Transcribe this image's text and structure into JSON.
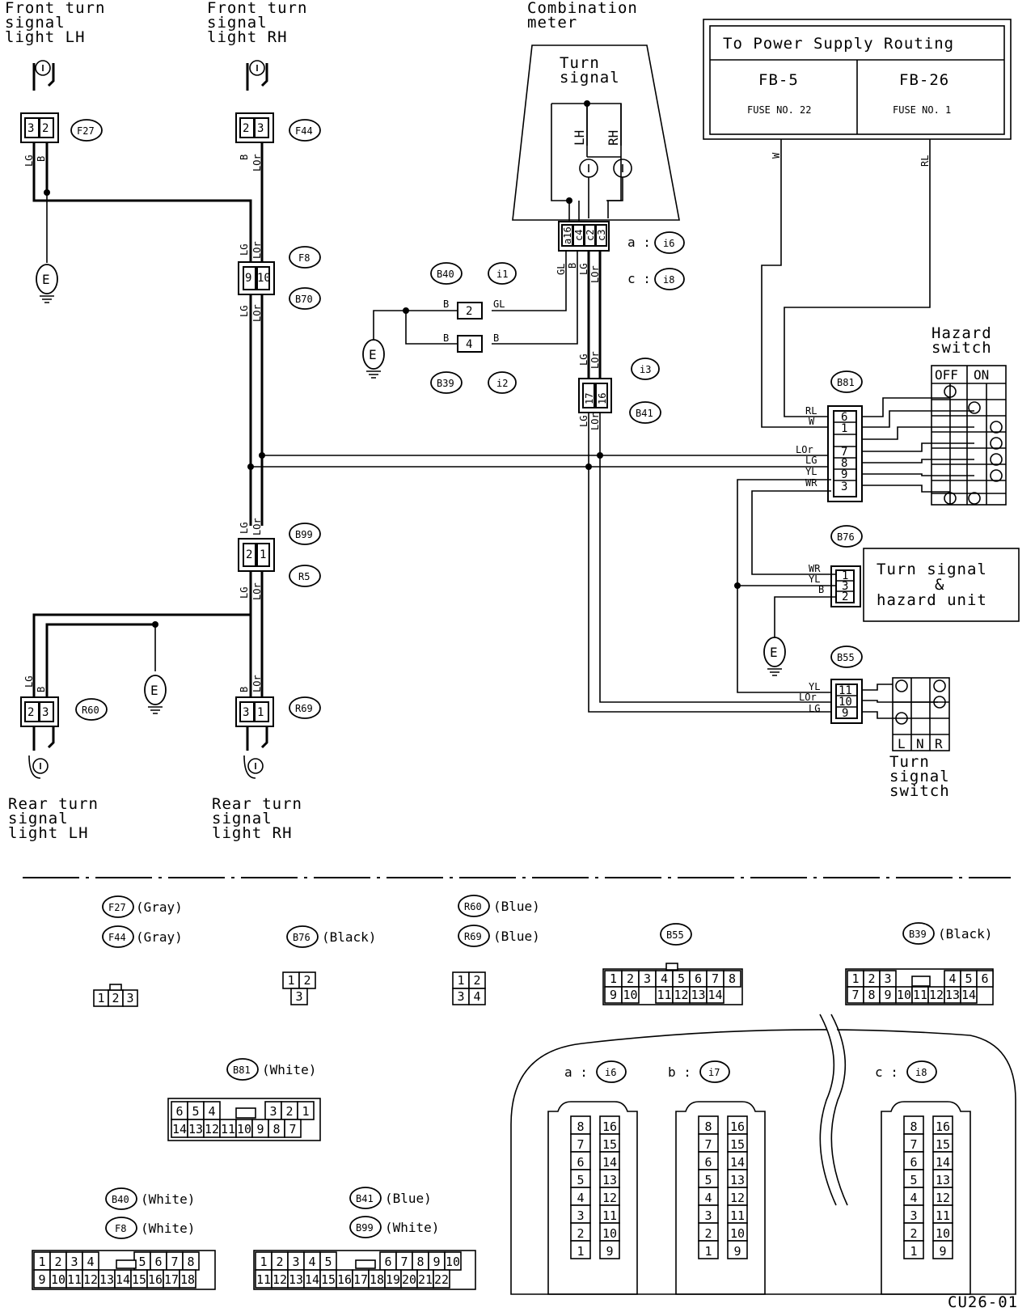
{
  "labels": {
    "front_lh": [
      "Front turn",
      "signal",
      "light LH"
    ],
    "front_rh": [
      "Front turn",
      "signal",
      "light RH"
    ],
    "meter": [
      "Combination",
      "meter"
    ],
    "turn_signal": [
      "Turn",
      "signal"
    ],
    "lh": "LH",
    "rh": "RH",
    "hazard_switch": [
      "Hazard",
      "switch"
    ],
    "off": "OFF",
    "on": "ON",
    "unit": [
      "Turn signal",
      "&",
      "hazard unit"
    ],
    "tss": [
      "Turn",
      "signal",
      "switch"
    ],
    "lnr": [
      "L",
      "N",
      "R"
    ],
    "rear_lh": [
      "Rear turn",
      "signal",
      "light LH"
    ],
    "rear_rh": [
      "Rear turn",
      "signal",
      "light RH"
    ],
    "ground": "E",
    "a_prefix": "a :",
    "b_prefix": "b :",
    "c_prefix": "c :",
    "figure_code": "CU26-01"
  },
  "power_supply": {
    "title": "To Power Supply Routing",
    "cells": [
      {
        "code": "FB-5",
        "fuse": "FUSE NO. 22"
      },
      {
        "code": "FB-26",
        "fuse": "FUSE NO. 1"
      }
    ]
  },
  "connectors": {
    "F27": "F27",
    "F44": "F44",
    "F8": "F8",
    "B70": "B70",
    "B40": "B40",
    "i1": "i1",
    "B39": "B39",
    "i2": "i2",
    "i6": "i6",
    "i7": "i7",
    "i8": "i8",
    "i3": "i3",
    "B41": "B41",
    "B81": "B81",
    "B76": "B76",
    "B55": "B55",
    "B99": "B99",
    "R5": "R5",
    "R60": "R60",
    "R69": "R69"
  },
  "wire_colors": {
    "LG": "LG",
    "B": "B",
    "LOr": "LOr",
    "GL": "GL",
    "W": "W",
    "RL": "RL",
    "YL": "YL",
    "WR": "WR"
  },
  "pins": {
    "f27": [
      "3",
      "2"
    ],
    "f44": [
      "2",
      "3"
    ],
    "f8": [
      "9",
      "10"
    ],
    "b99": [
      "2",
      "1"
    ],
    "r60": [
      "2",
      "3"
    ],
    "r69": [
      "3",
      "1"
    ],
    "i3": [
      "17",
      "16"
    ],
    "i1": "2",
    "i2": "4",
    "meter": [
      "a16",
      "c4",
      "c2",
      "c3"
    ],
    "b81": [
      "6",
      "1",
      "7",
      "8",
      "9",
      "3"
    ],
    "b76": [
      "1",
      "3",
      "2"
    ],
    "b55": [
      "11",
      "10",
      "9"
    ]
  },
  "legend": [
    {
      "id": "F27",
      "color": "(Gray)"
    },
    {
      "id": "F44",
      "color": "(Gray)"
    },
    {
      "id": "B76",
      "color": "(Black)"
    },
    {
      "id": "R60",
      "color": "(Blue)"
    },
    {
      "id": "R69",
      "color": "(Blue)"
    },
    {
      "id": "B55",
      "color": ""
    },
    {
      "id": "B39",
      "color": "(Black)"
    },
    {
      "id": "B81",
      "color": "(White)"
    },
    {
      "id": "B40",
      "color": "(White)"
    },
    {
      "id": "F8",
      "color": "(White)"
    },
    {
      "id": "B41",
      "color": "(Blue)"
    },
    {
      "id": "B99",
      "color": "(White)"
    }
  ],
  "faces": {
    "three": [
      "1",
      "2",
      "3"
    ],
    "b76": [
      "1",
      "2",
      "3"
    ],
    "four": [
      "1",
      "2",
      "3",
      "4"
    ],
    "b55_top": [
      "1",
      "2",
      "3",
      "4",
      "5",
      "6",
      "7",
      "8"
    ],
    "b55_bot": [
      "9",
      "10",
      "11",
      "12",
      "13",
      "14"
    ],
    "b39_top": [
      "1",
      "2",
      "3",
      "4",
      "5",
      "6"
    ],
    "b39_bot": [
      "7",
      "8",
      "9",
      "10",
      "11",
      "12",
      "13",
      "14"
    ],
    "b81_top": [
      "6",
      "5",
      "4",
      "3",
      "2",
      "1"
    ],
    "b81_bot": [
      "14",
      "13",
      "12",
      "11",
      "10",
      "9",
      "8",
      "7"
    ],
    "b40_top": [
      "1",
      "2",
      "3",
      "4",
      "5",
      "6",
      "7",
      "8"
    ],
    "b40_bot": [
      "9",
      "10",
      "11",
      "12",
      "13",
      "14",
      "15",
      "16",
      "17",
      "18"
    ],
    "b41_top": [
      "1",
      "2",
      "3",
      "4",
      "5",
      "6",
      "7",
      "8",
      "9",
      "10"
    ],
    "b41_bot": [
      "11",
      "12",
      "13",
      "14",
      "15",
      "16",
      "17",
      "18",
      "19",
      "20",
      "21",
      "22"
    ],
    "meter_left": [
      "8",
      "7",
      "6",
      "5",
      "4",
      "3",
      "2",
      "1"
    ],
    "meter_right": [
      "16",
      "15",
      "14",
      "13",
      "12",
      "11",
      "10",
      "9"
    ]
  }
}
